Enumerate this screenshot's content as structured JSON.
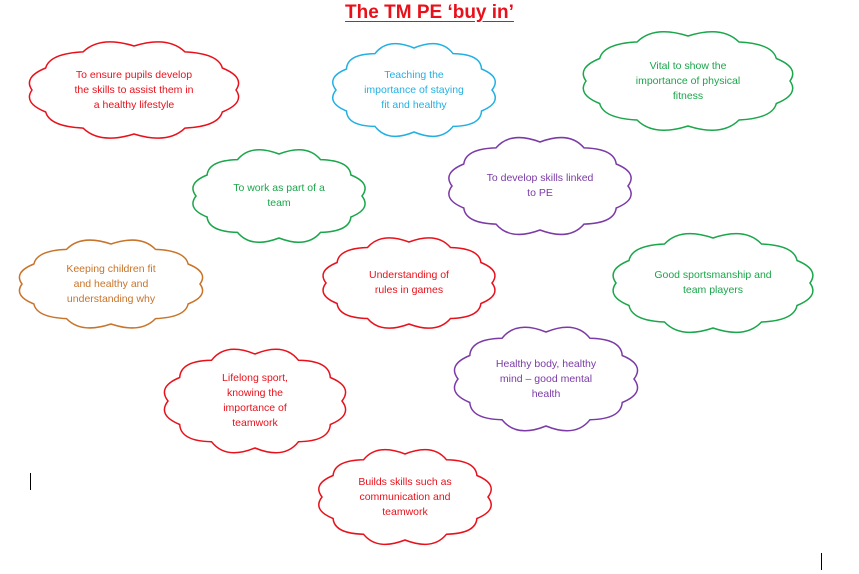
{
  "title": "The TM PE ‘buy in’",
  "colors": {
    "title": "#e8111b",
    "red": "#e8111b",
    "blue": "#22b0e3",
    "green": "#1aa64a",
    "purple": "#7b3aa6",
    "orange": "#c8742a"
  },
  "clouds": [
    {
      "text": "To ensure pupils develop\nthe skills to assist them in\na healthy lifestyle",
      "color": "red"
    },
    {
      "text": "Teaching the\nimportance of staying\nfit and healthy",
      "color": "blue"
    },
    {
      "text": "Vital to show the\nimportance of physical\nfitness",
      "color": "green"
    },
    {
      "text": "To work as part of a\nteam",
      "color": "green"
    },
    {
      "text": "To develop skills linked\nto PE",
      "color": "purple"
    },
    {
      "text": "Keeping children fit\nand healthy and\nunderstanding why",
      "color": "orange"
    },
    {
      "text": "Understanding of\nrules in games",
      "color": "red"
    },
    {
      "text": "Good sportsmanship and\nteam players",
      "color": "green"
    },
    {
      "text": "Lifelong sport,\nknowing the\nimportance of\nteamwork",
      "color": "red"
    },
    {
      "text": "Healthy body, healthy\nmind – good mental\nhealth",
      "color": "purple"
    },
    {
      "text": "Builds skills such as\ncommunication and\nteamwork",
      "color": "red"
    }
  ]
}
